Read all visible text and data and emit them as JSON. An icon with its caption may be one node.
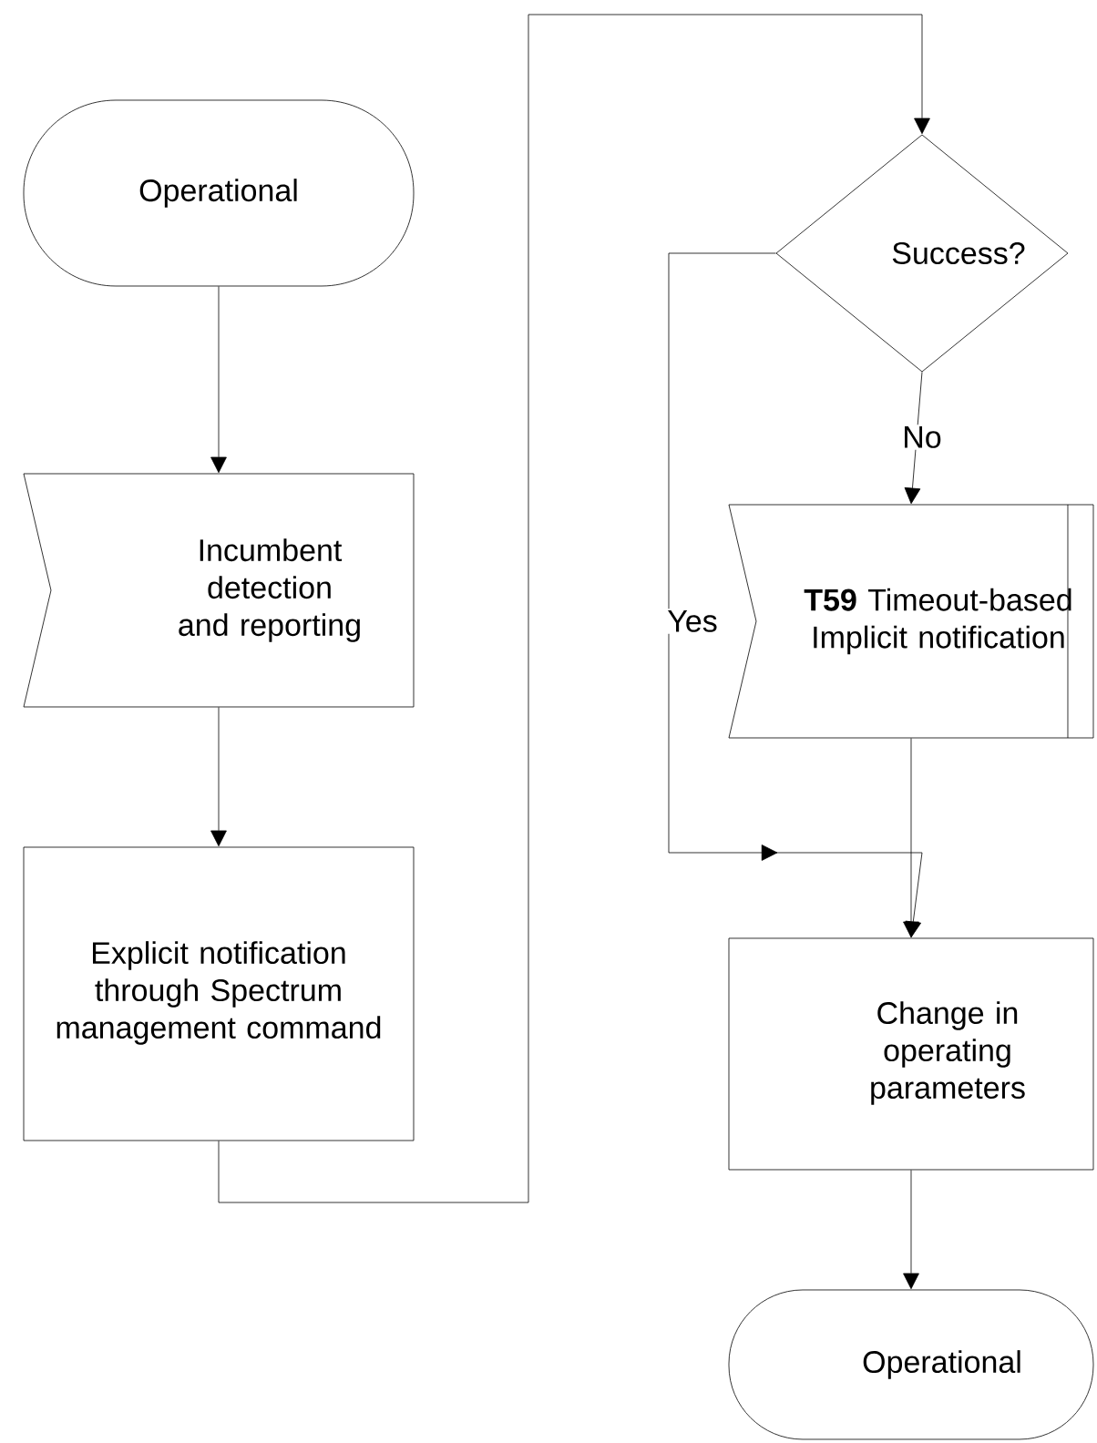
{
  "diagram": {
    "nodes": [
      {
        "text": [
          "Operational"
        ]
      },
      {
        "text": [
          "Incumbent detection and reporting"
        ]
      },
      {
        "text": [
          "Explicit notification through Spectrum management command"
        ]
      },
      {
        "text": [
          "Success?"
        ]
      },
      {
        "text": [
          "**T59** Timeout-based Implicit notification"
        ]
      },
      {
        "text": [
          "Change in operating parameters"
        ]
      },
      {
        "text": [
          "Operational"
        ]
      }
    ],
    "edges": [
      {
        "from": 0,
        "to": 1,
        "arrow": "to"
      },
      {
        "from": 1,
        "to": 2,
        "arrow": "to"
      },
      {
        "from": 2,
        "to": 3,
        "arrow": "to"
      },
      {
        "from": 3,
        "to": 4,
        "arrow": "to",
        "label": "No"
      },
      {
        "from": 3,
        "to": 5,
        "arrow": "to",
        "label": "Yes"
      },
      {
        "from": 4,
        "to": 5,
        "arrow": "to"
      },
      {
        "from": 5,
        "to": 6,
        "arrow": "to"
      }
    ]
  }
}
